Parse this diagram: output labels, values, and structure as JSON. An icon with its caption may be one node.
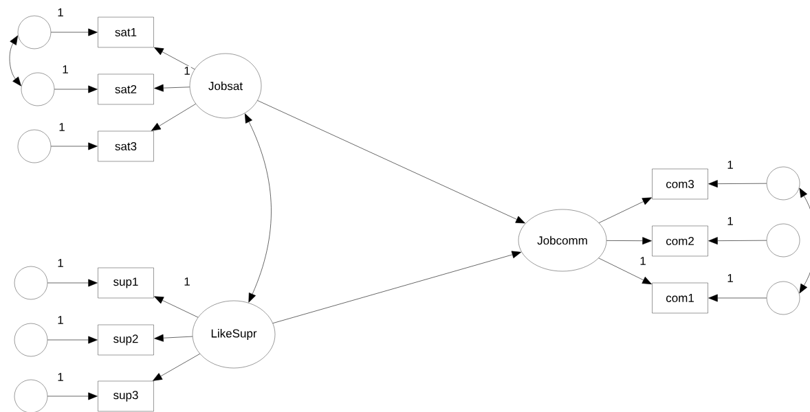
{
  "diagram": {
    "nodes": [
      {
        "text": [
          "Jobsat"
        ]
      },
      {
        "text": [
          "sat1"
        ]
      },
      {
        "text": [
          "sat2"
        ]
      },
      {
        "text": [
          "sat3"
        ]
      },
      {
        "text": [],
        "shape": "circle"
      },
      {
        "text": [],
        "shape": "circle"
      },
      {
        "text": [],
        "shape": "circle"
      },
      {
        "text": [
          "LikeSupr"
        ]
      },
      {
        "text": [
          "sup1"
        ]
      },
      {
        "text": [
          "sup2"
        ]
      },
      {
        "text": [
          "sup3"
        ]
      },
      {
        "text": [],
        "shape": "circle"
      },
      {
        "text": [],
        "shape": "circle"
      },
      {
        "text": [],
        "shape": "circle"
      },
      {
        "text": [
          "Jobcomm"
        ]
      },
      {
        "text": [
          "com3"
        ]
      },
      {
        "text": [
          "com2"
        ]
      },
      {
        "text": [
          "com1"
        ]
      },
      {
        "text": [],
        "shape": "circle"
      },
      {
        "text": [],
        "shape": "circle"
      },
      {
        "text": [],
        "shape": "circle"
      }
    ],
    "edges": [
      {
        "from": 0,
        "to": 1,
        "arrow": "to",
        "label": "1"
      },
      {
        "from": 0,
        "to": 2,
        "arrow": "to"
      },
      {
        "from": 0,
        "to": 3,
        "arrow": "to"
      },
      {
        "from": 4,
        "to": 1,
        "arrow": "to",
        "label": "1"
      },
      {
        "from": 5,
        "to": 2,
        "arrow": "to",
        "label": "1"
      },
      {
        "from": 6,
        "to": 3,
        "arrow": "to",
        "label": "1"
      },
      {
        "from": 4,
        "to": 5,
        "arrow": "both"
      },
      {
        "from": 0,
        "to": 7,
        "arrow": "both"
      },
      {
        "from": 0,
        "to": 14,
        "arrow": "to"
      },
      {
        "from": 7,
        "to": 14,
        "arrow": "to"
      },
      {
        "from": 7,
        "to": 8,
        "arrow": "to",
        "label": "1"
      },
      {
        "from": 7,
        "to": 9,
        "arrow": "to"
      },
      {
        "from": 7,
        "to": 10,
        "arrow": "to"
      },
      {
        "from": 11,
        "to": 8,
        "arrow": "to",
        "label": "1"
      },
      {
        "from": 12,
        "to": 9,
        "arrow": "to",
        "label": "1"
      },
      {
        "from": 13,
        "to": 10,
        "arrow": "to",
        "label": "1"
      },
      {
        "from": 14,
        "to": 15,
        "arrow": "to"
      },
      {
        "from": 14,
        "to": 16,
        "arrow": "to"
      },
      {
        "from": 14,
        "to": 17,
        "arrow": "to",
        "label": "1"
      },
      {
        "from": 18,
        "to": 15,
        "arrow": "to",
        "label": "1"
      },
      {
        "from": 19,
        "to": 16,
        "arrow": "to",
        "label": "1"
      },
      {
        "from": 20,
        "to": 17,
        "arrow": "to",
        "label": "1"
      },
      {
        "from": 18,
        "to": 20,
        "arrow": "both"
      }
    ]
  }
}
